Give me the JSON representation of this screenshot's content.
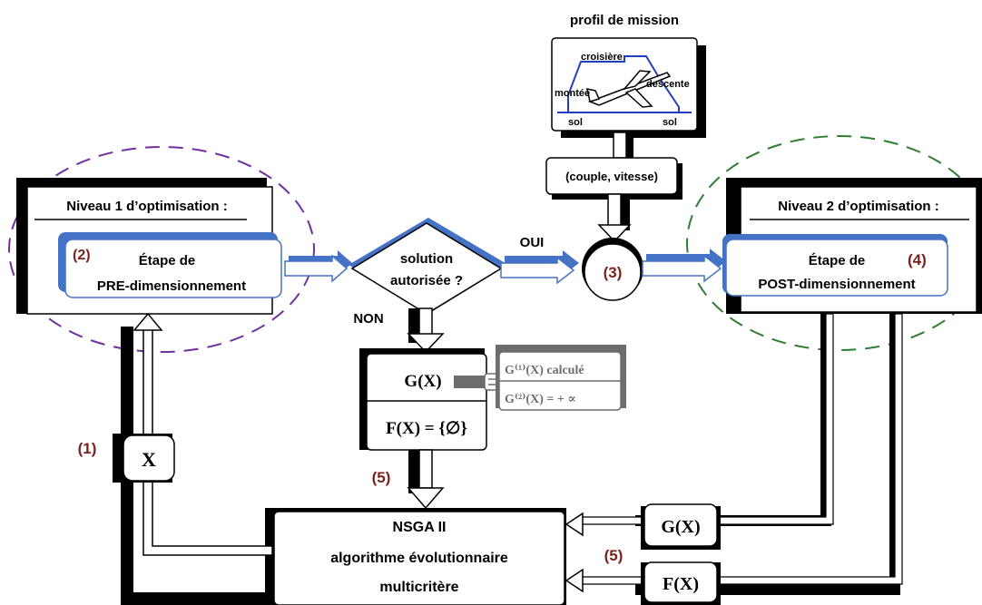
{
  "mission": {
    "title": "profil de mission",
    "cruise": "croisière",
    "climb": "montée",
    "descent": "descente",
    "ground_left": "sol",
    "ground_right": "sol",
    "output": "(couple, vitesse)"
  },
  "level1": {
    "title": "Niveau 1 d’optimisation :",
    "step_number": "(2)",
    "step_line1": "Étape de",
    "step_line2": "PRE-dimensionnement"
  },
  "level2": {
    "title": "Niveau 2 d’optimisation :",
    "step_number": "(4)",
    "step_line1": "Étape de",
    "step_line2": "POST-dimensionnement"
  },
  "decision": {
    "line1": "solution",
    "line2": "autorisée ?",
    "yes": "OUI",
    "no": "NON"
  },
  "merge_node": "(3)",
  "constraint_box": {
    "g": "G(X)",
    "f": "F(X) = {∅}"
  },
  "constraint_note": {
    "g1": "G⁽¹⁾(X) calculé",
    "g2": "G⁽²⁾(X) = + ∝"
  },
  "labels": {
    "step1": "(1)",
    "step5a": "(5)",
    "step5b": "(5)",
    "x": "X",
    "gx": "G(X)",
    "fx": "F(X)"
  },
  "nsga": {
    "line1": "NSGA II",
    "line2": "algorithme évolutionnaire",
    "line3": "multicritère"
  },
  "colors": {
    "accent_blue": "#4472c4",
    "step_red": "#7b1f1f",
    "purple_dash": "#7030a0",
    "green_dash": "#2e7d32",
    "gray": "#6d6d6d"
  }
}
